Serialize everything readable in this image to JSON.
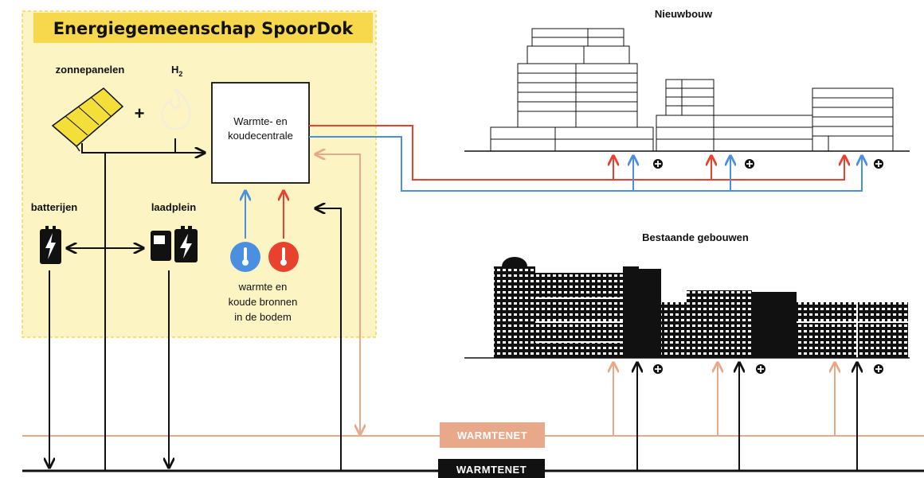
{
  "title": "Energiegemeenschap SpoorDok",
  "labels": {
    "solar": "zonnepanelen",
    "h2": "H",
    "h2_sub": "2",
    "plus": "+",
    "centrale_1": "Warmte- en",
    "centrale_2": "koudecentrale",
    "batteries": "batterijen",
    "charging": "laadplein",
    "sources_1": "warmte en",
    "sources_2": "koude bronnen",
    "sources_3": "in de bodem",
    "new_buildings": "Nieuwbouw",
    "existing_buildings": "Bestaande gebouwen",
    "heat_net": "WARMTENET",
    "power_net": "WARMTENET"
  },
  "icons": [
    "solar-panel-icon",
    "hydrogen-flame-icon",
    "battery-icon",
    "ev-charger-icon",
    "thermometer-cold-icon",
    "thermometer-hot-icon",
    "connection-plus-icon"
  ],
  "colors": {
    "community_bg": "#fdf4c4",
    "community_border": "#f3d84a",
    "title_bg": "#f7d84d",
    "hot": "#e8412d",
    "cold": "#4b8fe0",
    "heat_net": "#eaa88a",
    "power": "#111111"
  }
}
